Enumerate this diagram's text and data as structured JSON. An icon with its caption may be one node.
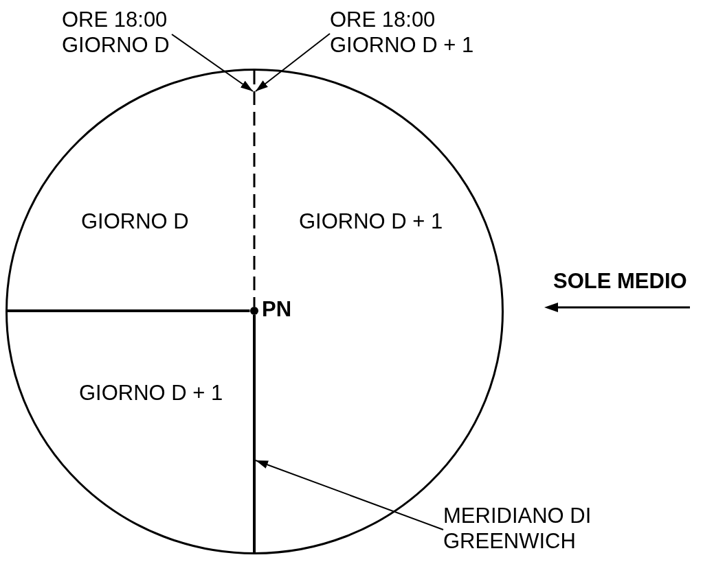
{
  "diagram": {
    "nodes": [
      {
        "text": [
          "ORE 18:00 GIORNO D"
        ]
      },
      {
        "text": [
          "ORE 18:00 GIORNO D + 1"
        ]
      },
      {
        "text": [
          "GIORNO D",
          "GIORNO D + 1",
          "GIORNO D + 1"
        ]
      },
      {
        "text": [],
        "shape": "line",
        "in": 2
      },
      {
        "text": [],
        "shape": "line",
        "in": 2
      },
      {
        "text": [
          "MERIDIANO DI GREENWICH"
        ]
      }
    ],
    "edges": [
      {
        "from": 0,
        "to": 3,
        "arrow": "to"
      },
      {
        "from": 1,
        "to": 3,
        "arrow": "to"
      },
      {
        "from": 5,
        "to": 4,
        "arrow": "to"
      }
    ],
    "labels": [
      "SOLE MEDIO",
      "PN"
    ]
  }
}
